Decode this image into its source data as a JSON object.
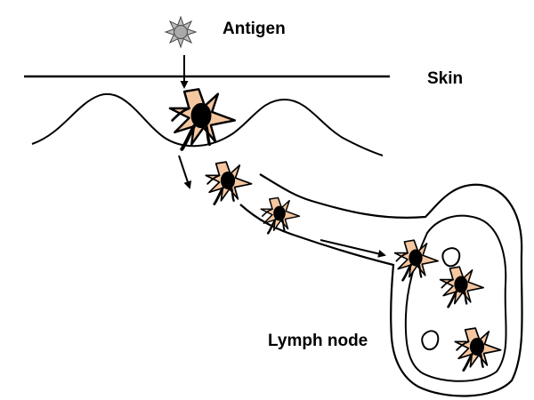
{
  "labels": {
    "antigen": "Antigen",
    "skin": "Skin",
    "lymph_node": "Lymph node"
  },
  "colors": {
    "line": "#000000",
    "cell_fill": "#f5c7a1",
    "nucleus": "#000000",
    "antigen_fill": "#bfbfbf",
    "background": "#ffffff"
  },
  "icons": {
    "antigen": "antigen-star-icon",
    "dendritic_cell": "dendritic-cell-icon"
  }
}
